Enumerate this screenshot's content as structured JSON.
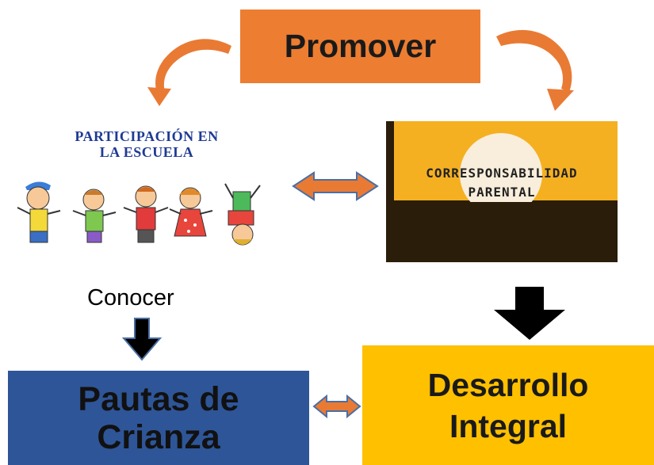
{
  "nodes": {
    "promover": "Promover",
    "participacion_line1": "PARTICIPACIÓN EN",
    "participacion_line2": "LA ESCUELA",
    "corresp_line1": "CORRESPONSABILIDAD",
    "corresp_line2": "PARENTAL",
    "conocer": "Conocer",
    "pautas_line1": "Pautas de",
    "pautas_line2": "Crianza",
    "desarrollo_line1": "Desarrollo",
    "desarrollo_line2": "Integral"
  },
  "colors": {
    "orange": "#ed7d31",
    "blue": "#2e5597",
    "yellow": "#ffc000",
    "arrow_orange": "#e97a34",
    "arrow_outline": "#4a6fa5",
    "arrow_black": "#000000",
    "slide_gold": "#f5b021",
    "slide_dark": "#2a1d0a"
  }
}
